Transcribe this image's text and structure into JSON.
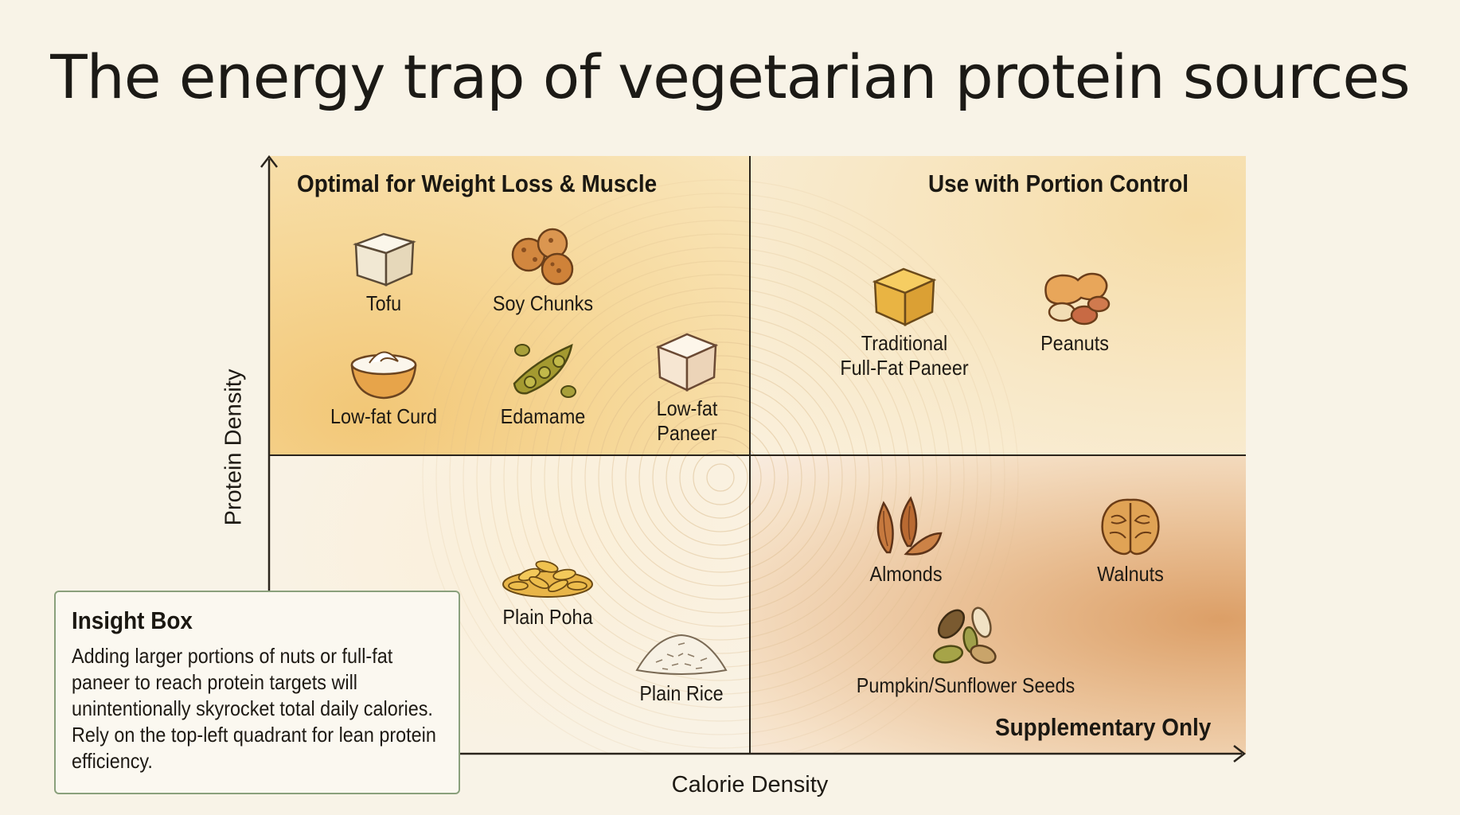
{
  "title": "The energy trap of vegetarian protein sources",
  "axes": {
    "x_label": "Calorie Density",
    "y_label": "Protein Density"
  },
  "quadrants": {
    "top_left": {
      "label": "Optimal for Weight Loss & Muscle"
    },
    "top_right": {
      "label": "Use with Portion Control"
    },
    "bottom_right": {
      "label": "Supplementary Only"
    }
  },
  "items": {
    "tofu": {
      "label": "Tofu",
      "icon": "tofu-icon"
    },
    "soy_chunks": {
      "label": "Soy Chunks",
      "icon": "soy-chunks-icon"
    },
    "low_fat_curd": {
      "label": "Low-fat Curd",
      "icon": "curd-bowl-icon"
    },
    "edamame": {
      "label": "Edamame",
      "icon": "edamame-icon"
    },
    "low_fat_paneer": {
      "label": "Low-fat\nPaneer",
      "icon": "paneer-cube-icon"
    },
    "full_fat_paneer": {
      "label": "Traditional\nFull-Fat Paneer",
      "icon": "full-fat-paneer-icon"
    },
    "peanuts": {
      "label": "Peanuts",
      "icon": "peanuts-icon"
    },
    "plain_poha": {
      "label": "Plain Poha",
      "icon": "poha-icon"
    },
    "plain_rice": {
      "label": "Plain Rice",
      "icon": "rice-icon"
    },
    "almonds": {
      "label": "Almonds",
      "icon": "almonds-icon"
    },
    "walnuts": {
      "label": "Walnuts",
      "icon": "walnut-icon"
    },
    "seeds": {
      "label": "Pumpkin/Sunflower Seeds",
      "icon": "seeds-icon"
    }
  },
  "insight": {
    "title": "Insight Box",
    "body": "Adding larger portions of nuts or full-fat paneer to reach protein targets will unintentionally skyrocket total daily calories. Rely on the top-left quadrant for lean protein efficiency."
  },
  "colors": {
    "optimal_quadrant": "#f2c777",
    "portion_quadrant": "#f8e8c7",
    "supplementary_quadrant": "#dc9f67",
    "insight_border": "#8aa07c",
    "background": "#f8f3e7"
  }
}
